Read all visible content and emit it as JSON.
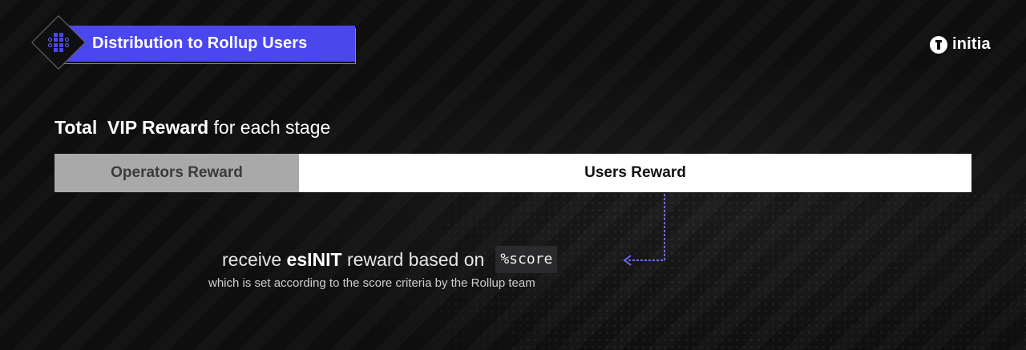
{
  "header": {
    "title": "Distribution to Rollup Users",
    "icon": "grid-pattern-icon",
    "accent_color": "#4b47ef"
  },
  "logo": {
    "text": "initia",
    "icon": "initia-logo-icon"
  },
  "heading": {
    "part1": "Total",
    "part2": "VIP Reward",
    "part3": "for each stage"
  },
  "reward_bar": {
    "operators_label": "Operators Reward",
    "users_label": "Users Reward",
    "operators_color": "#a9a9a9",
    "users_color": "#ffffff"
  },
  "callout": {
    "prefix": "receive",
    "token": "esINIT",
    "suffix": "reward based on",
    "code": "%score",
    "note": "which is set according to the score criteria by the Rollup team",
    "connector_color": "#6e6af5"
  }
}
